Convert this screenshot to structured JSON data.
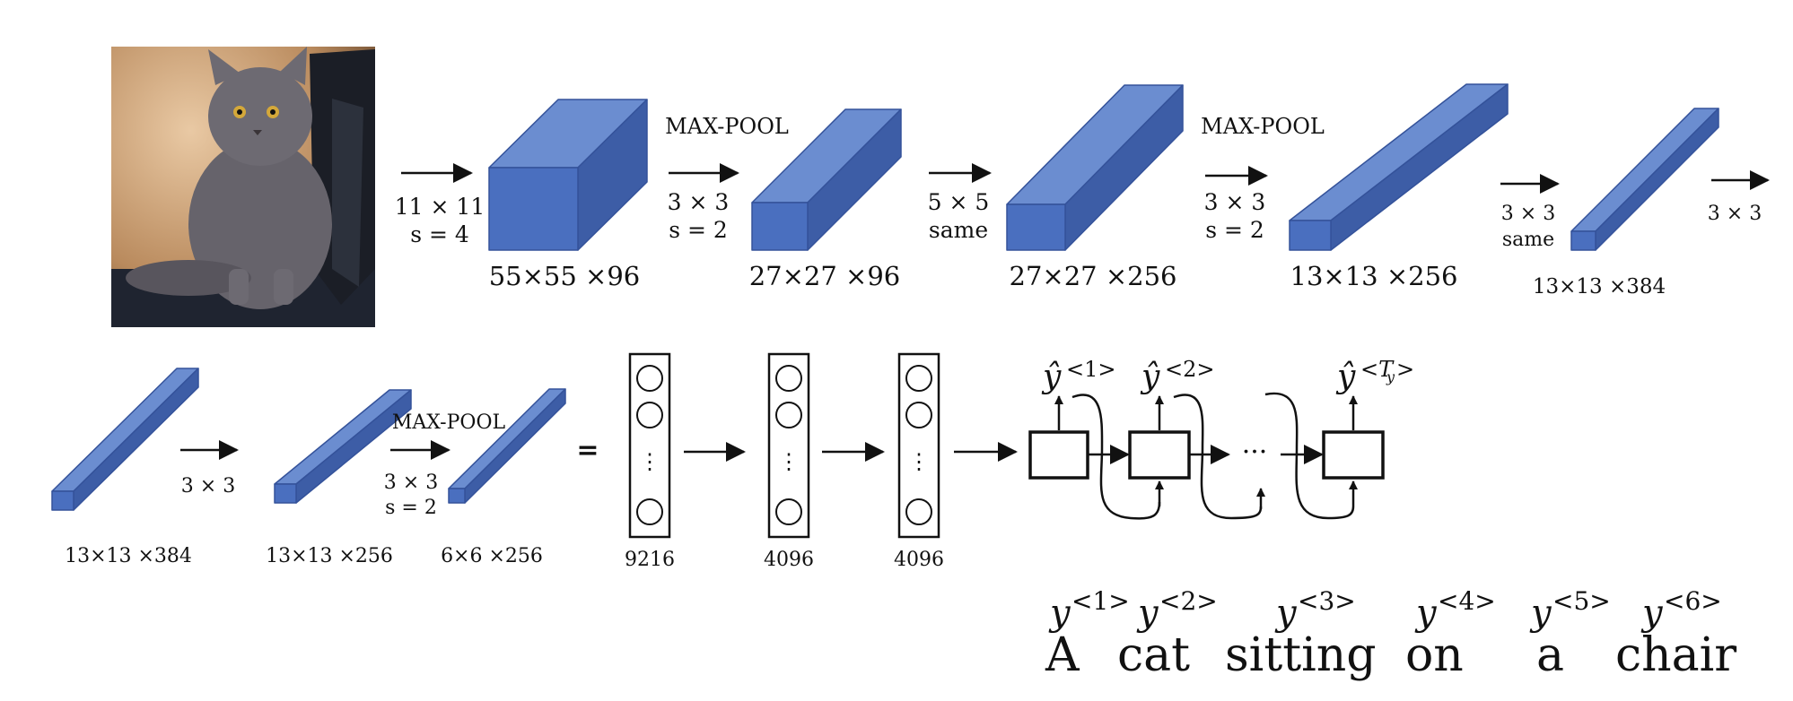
{
  "row1": {
    "arrow_labels": [
      [
        "11 × 11",
        "s = 4"
      ],
      [
        "3 × 3",
        "s = 2"
      ],
      [
        "5 × 5",
        "same"
      ],
      [
        "3 × 3",
        "s = 2"
      ],
      [
        "3 × 3",
        "same"
      ],
      [
        "3 × 3"
      ]
    ],
    "pool_labels": [
      "MAX-POOL",
      "MAX-POOL"
    ],
    "volume_labels": [
      "55×55 ×96",
      "27×27 ×96",
      "27×27 ×256",
      "13×13 ×256",
      "13×13 ×384"
    ]
  },
  "row2": {
    "arrow_labels": [
      [
        "3 × 3"
      ],
      [
        "3 × 3",
        "s = 2"
      ]
    ],
    "pool_label": "MAX-POOL",
    "volume_labels": [
      "13×13 ×384",
      "13×13 ×256",
      "6×6 ×256"
    ],
    "equals": "=",
    "fc_labels": [
      "9216",
      "4096",
      "4096"
    ],
    "vertical_dots": "⋮"
  },
  "rnn": {
    "output_base": "ŷ",
    "output_sups": [
      "<1>",
      "<2>",
      "<T"
    ],
    "output_sub": "y",
    "output_sup_close": ">",
    "ellipsis": "···",
    "target_base": "y",
    "target_sups": [
      "<1>",
      "<2>",
      "<3>",
      "<4>",
      "<5>",
      "<6>"
    ],
    "words": [
      "A",
      "cat",
      "sitting",
      "on",
      "a",
      "chair"
    ]
  },
  "colors": {
    "cube_front": "#4a6fbf",
    "cube_top": "#6b8dd0",
    "cube_side": "#3d5da6",
    "cube_edge": "#34529a",
    "cat_bg": "#c99a6a",
    "cat_body": "#6b6870"
  }
}
